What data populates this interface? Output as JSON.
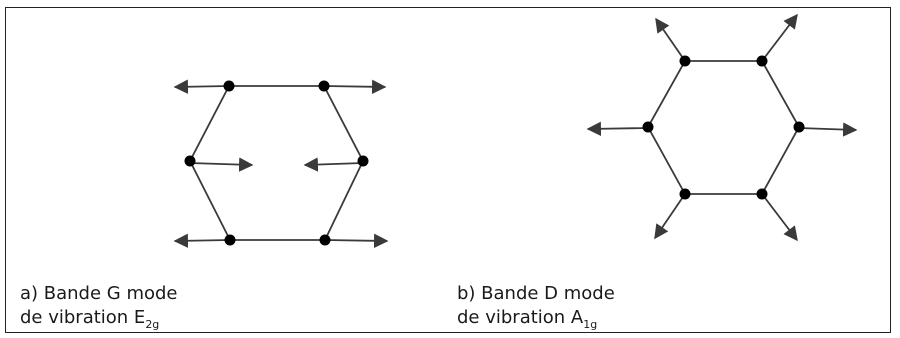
{
  "figure": {
    "panel_a": {
      "line1": "a) Bande G mode",
      "line2_prefix": "de vibration E",
      "line2_subscript": "2g"
    },
    "panel_b": {
      "line1": "b) Bande D mode",
      "line2_prefix": "de vibration A",
      "line2_subscript": "1g"
    }
  },
  "colors": {
    "stroke": "#3a3a3a",
    "atom": "#000000",
    "frame": "#222222"
  }
}
